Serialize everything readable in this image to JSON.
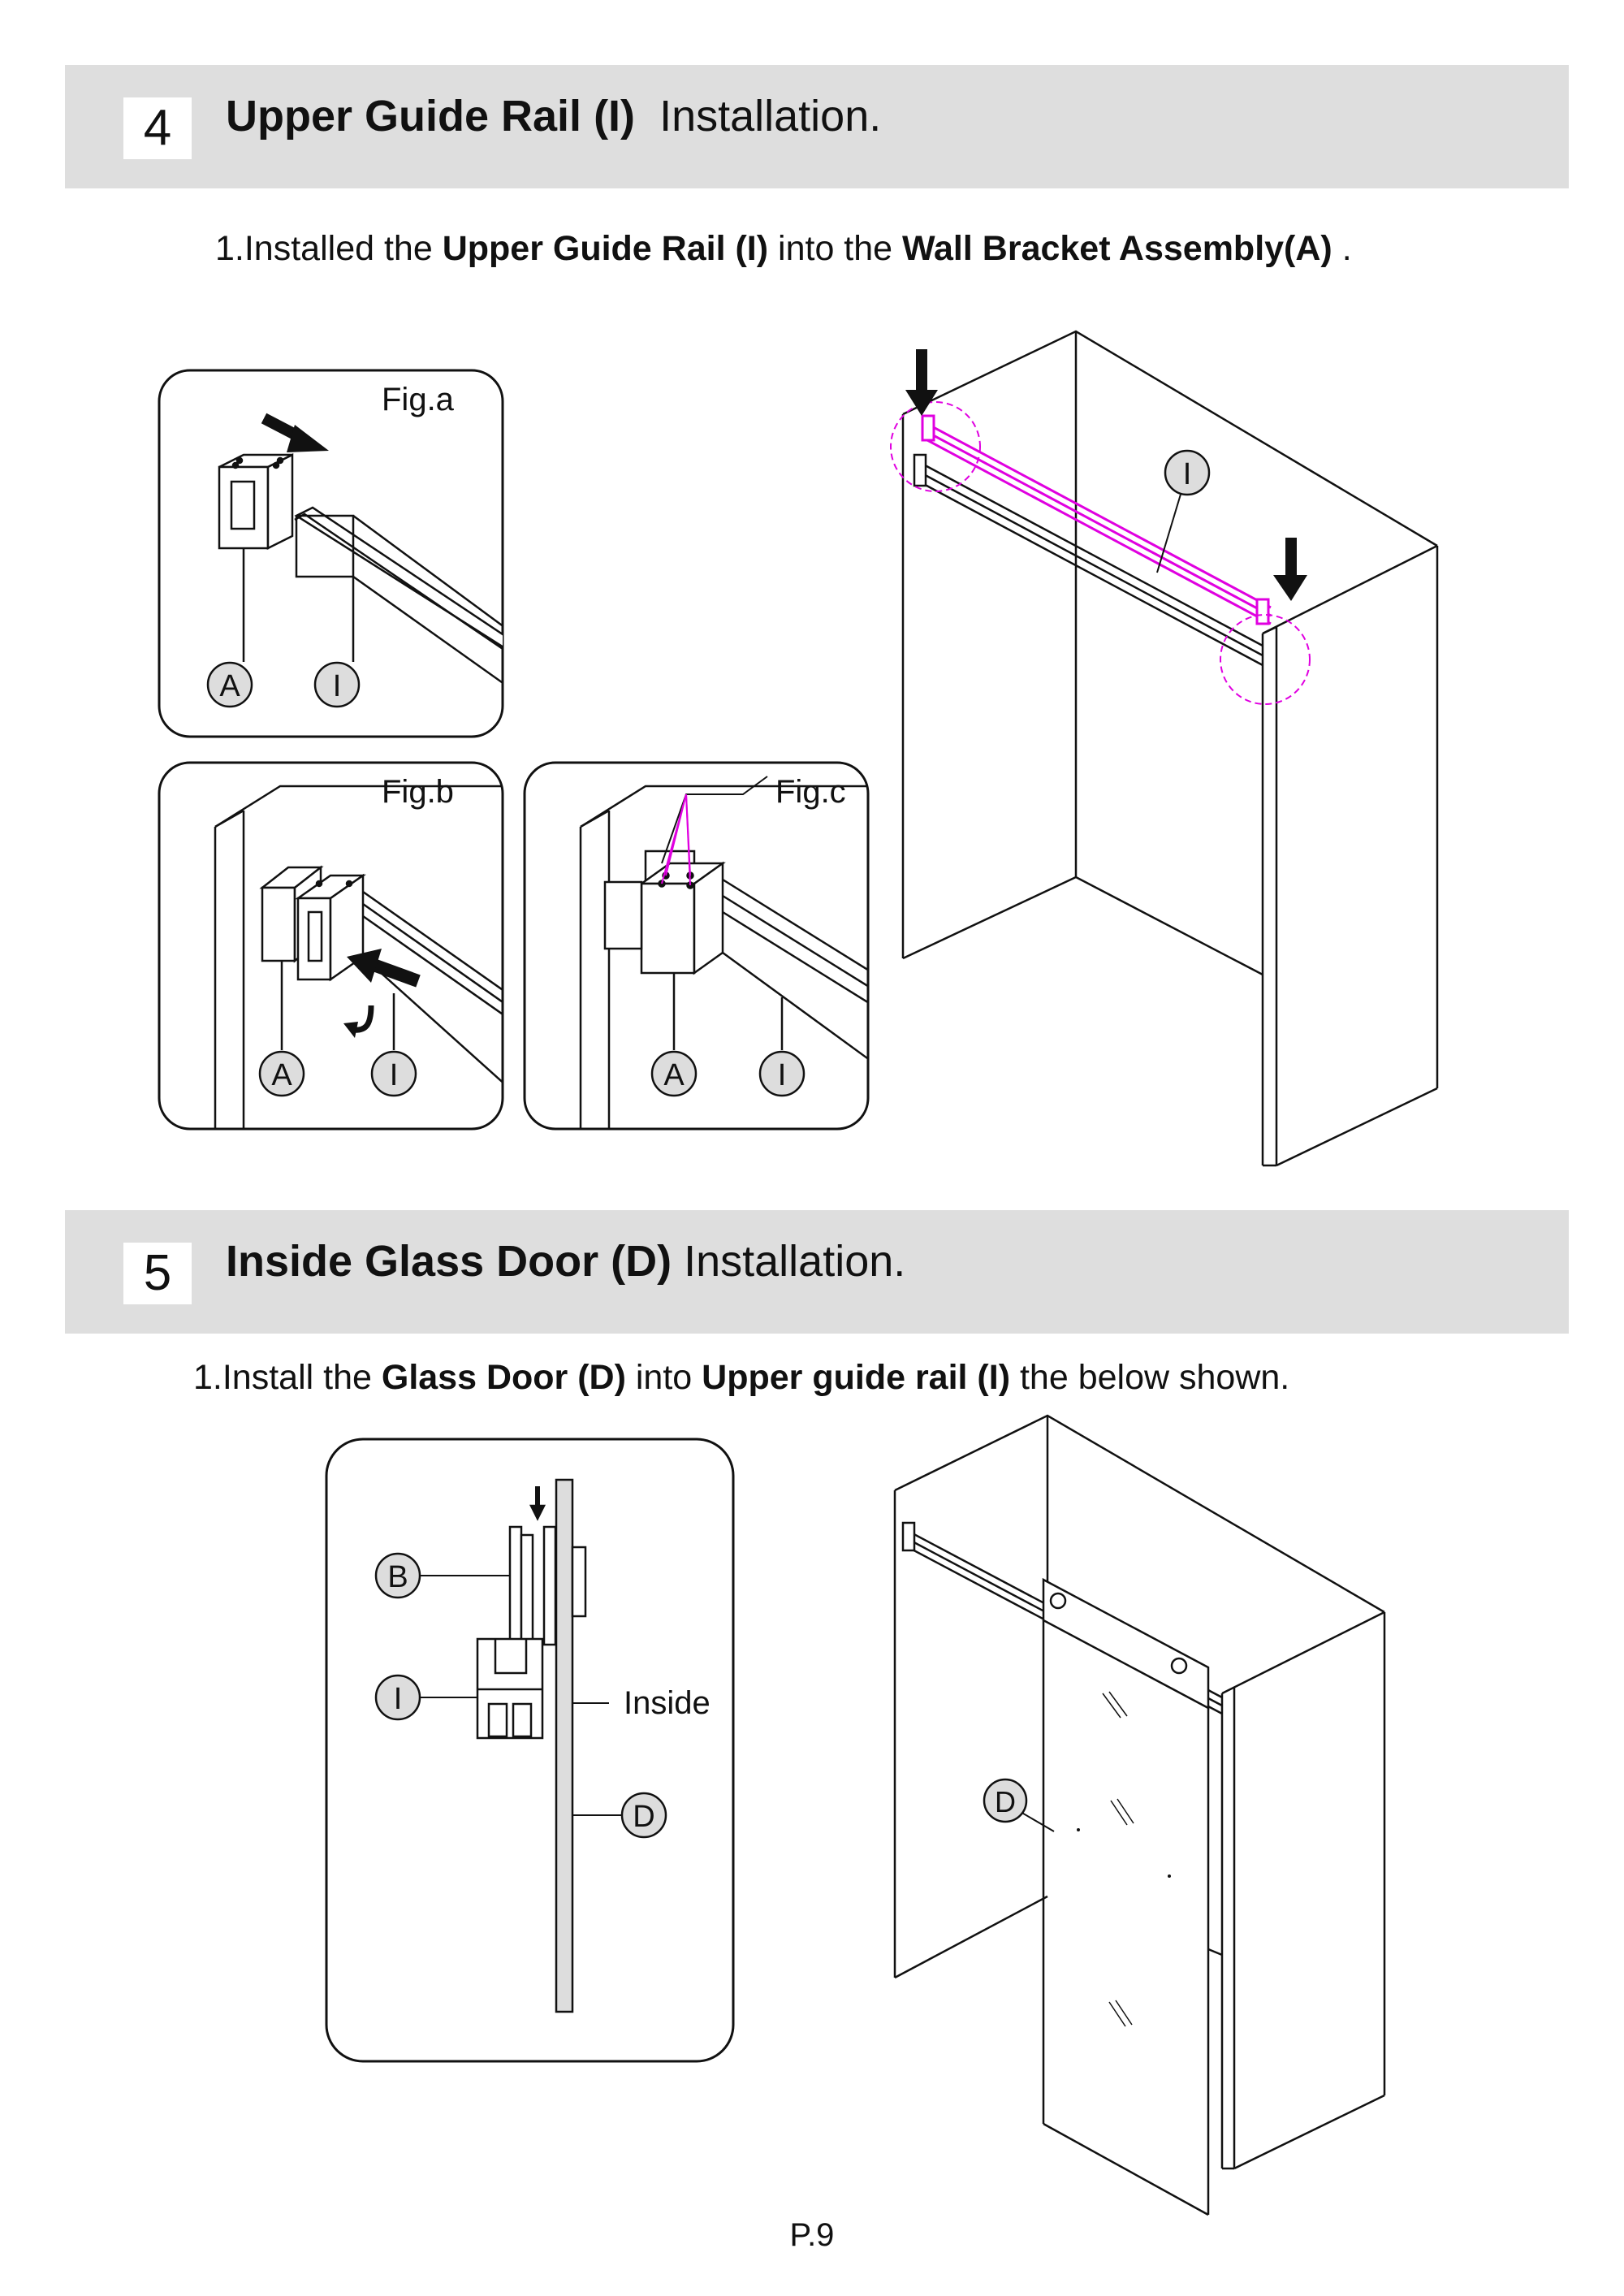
{
  "section4": {
    "number": "4",
    "title_bold": "Upper Guide Rail (I)",
    "title_rest": "Installation.",
    "instruction": {
      "prefix": "1.Installed the ",
      "bold1": "Upper Guide Rail (I)",
      "mid": " into the ",
      "bold2": "Wall Bracket Assembly(A)",
      "suffix": " ."
    },
    "fig_a": {
      "caption": "Fig.a",
      "label_a": "A",
      "label_i": "I"
    },
    "fig_b": {
      "caption": "Fig.b",
      "label_a": "A",
      "label_i": "I"
    },
    "fig_c": {
      "caption": "Fig.c",
      "label_a": "A",
      "label_i": "I"
    },
    "overview": {
      "label_i": "I"
    }
  },
  "section5": {
    "number": "5",
    "title_bold": "Inside Glass Door (D)",
    "title_rest": " Installation.",
    "instruction": {
      "prefix": "1.Install the ",
      "bold1": "Glass Door (D)",
      "mid": " into ",
      "bold2": "Upper guide rail (I)",
      "suffix": " the below shown."
    },
    "detail": {
      "label_b": "B",
      "label_i": "I",
      "label_d": "D",
      "inside_text": "Inside"
    },
    "overview": {
      "label_d": "D"
    }
  },
  "footer": {
    "page": "P.9"
  },
  "colors": {
    "band": "#dedede",
    "highlight": "#e000e0"
  }
}
